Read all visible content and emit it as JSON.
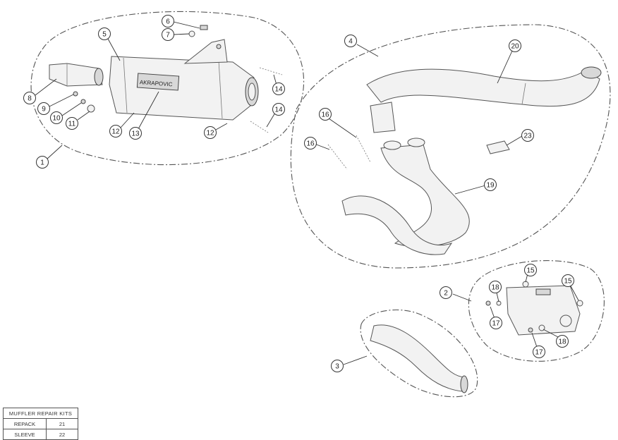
{
  "diagram": {
    "callouts": [
      {
        "id": "c1",
        "label": "1"
      },
      {
        "id": "c2",
        "label": "2"
      },
      {
        "id": "c3",
        "label": "3"
      },
      {
        "id": "c4",
        "label": "4"
      },
      {
        "id": "c5",
        "label": "5"
      },
      {
        "id": "c6",
        "label": "6"
      },
      {
        "id": "c7",
        "label": "7"
      },
      {
        "id": "c8",
        "label": "8"
      },
      {
        "id": "c9",
        "label": "9"
      },
      {
        "id": "c10",
        "label": "10"
      },
      {
        "id": "c11",
        "label": "11"
      },
      {
        "id": "c12a",
        "label": "12"
      },
      {
        "id": "c12b",
        "label": "12"
      },
      {
        "id": "c13",
        "label": "13"
      },
      {
        "id": "c14a",
        "label": "14"
      },
      {
        "id": "c14b",
        "label": "14"
      },
      {
        "id": "c15a",
        "label": "15"
      },
      {
        "id": "c15b",
        "label": "15"
      },
      {
        "id": "c16a",
        "label": "16"
      },
      {
        "id": "c16b",
        "label": "16"
      },
      {
        "id": "c17a",
        "label": "17"
      },
      {
        "id": "c17b",
        "label": "17"
      },
      {
        "id": "c18a",
        "label": "18"
      },
      {
        "id": "c18b",
        "label": "18"
      },
      {
        "id": "c19",
        "label": "19"
      },
      {
        "id": "c20",
        "label": "20"
      },
      {
        "id": "c23",
        "label": "23"
      }
    ],
    "muffler_brand_text": "AKRAPOVIC"
  },
  "repair_kits_table": {
    "title": "MUFFLER REPAIR KITS",
    "rows": [
      {
        "name": "REPACK",
        "number": "21"
      },
      {
        "name": "SLEEVE",
        "number": "22"
      }
    ]
  }
}
